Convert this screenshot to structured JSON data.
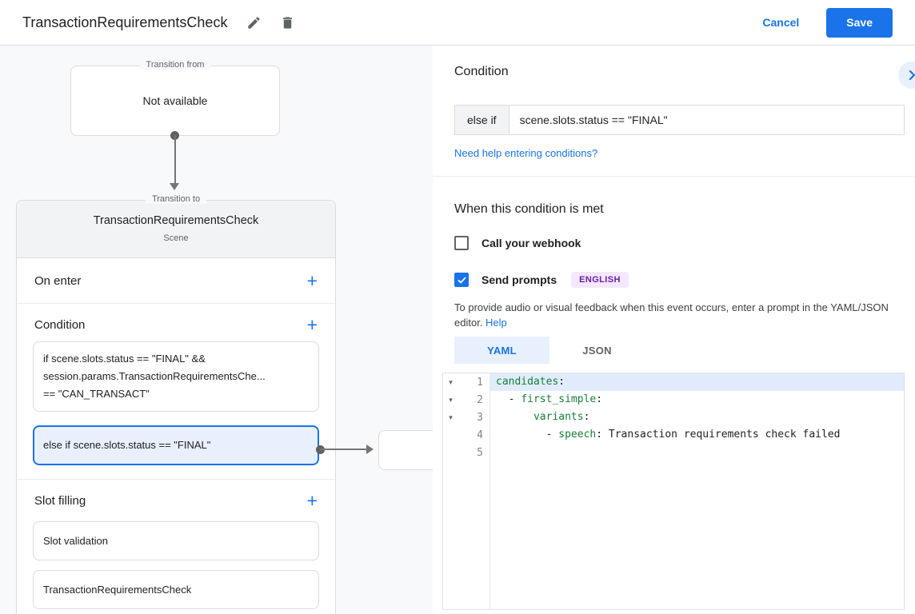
{
  "header": {
    "title": "TransactionRequirementsCheck",
    "cancel_label": "Cancel",
    "save_label": "Save"
  },
  "colors": {
    "accent_blue": "#1a73e8",
    "selected_condition_bg": "#e8f0fe",
    "badge_bg": "#f3e8fd",
    "badge_text": "#681da8",
    "code_key_green": "#188038"
  },
  "diagram": {
    "transition_from": {
      "legend": "Transition from",
      "content": "Not available"
    },
    "scene_card": {
      "legend": "Transition to",
      "title": "TransactionRequirementsCheck",
      "subtitle": "Scene",
      "on_enter_label": "On enter",
      "condition_label": "Condition",
      "slot_filling_label": "Slot filling",
      "if_condition_lines": [
        "if scene.slots.status == \"FINAL\" &&",
        "session.params.TransactionRequirementsChe...",
        "== \"CAN_TRANSACT\""
      ],
      "else_if_condition": "else if scene.slots.status == \"FINAL\"",
      "slots": [
        "Slot validation",
        "TransactionRequirementsCheck"
      ]
    }
  },
  "panel": {
    "heading": "Condition",
    "condition_row": {
      "prefix": "else if",
      "value": "scene.slots.status == \"FINAL\""
    },
    "help_link": "Need help entering conditions?",
    "met": {
      "heading": "When this condition is met",
      "webhook_label": "Call your webhook",
      "prompts_label": "Send prompts",
      "language_badge": "ENGLISH",
      "helper_text": "To provide audio or visual feedback when this event occurs, enter a prompt in the YAML/JSON editor.",
      "helper_link": "Help",
      "tabs": [
        {
          "label": "YAML",
          "active": true
        },
        {
          "label": "JSON",
          "active": false
        }
      ]
    },
    "editor": {
      "lines": [
        {
          "num": 1,
          "fold": true,
          "active": true,
          "segments": [
            {
              "t": "candidates",
              "c": "key"
            },
            {
              "t": ":",
              "c": "plain"
            }
          ]
        },
        {
          "num": 2,
          "fold": true,
          "active": false,
          "segments": [
            {
              "t": "  - ",
              "c": "plain"
            },
            {
              "t": "first_simple",
              "c": "key"
            },
            {
              "t": ":",
              "c": "plain"
            }
          ]
        },
        {
          "num": 3,
          "fold": true,
          "active": false,
          "segments": [
            {
              "t": "      ",
              "c": "plain"
            },
            {
              "t": "variants",
              "c": "key"
            },
            {
              "t": ":",
              "c": "plain"
            }
          ]
        },
        {
          "num": 4,
          "fold": false,
          "active": false,
          "segments": [
            {
              "t": "        - ",
              "c": "plain"
            },
            {
              "t": "speech",
              "c": "key"
            },
            {
              "t": ": Transaction requirements check failed",
              "c": "plain"
            }
          ]
        },
        {
          "num": 5,
          "fold": false,
          "active": false,
          "segments": []
        }
      ]
    }
  }
}
